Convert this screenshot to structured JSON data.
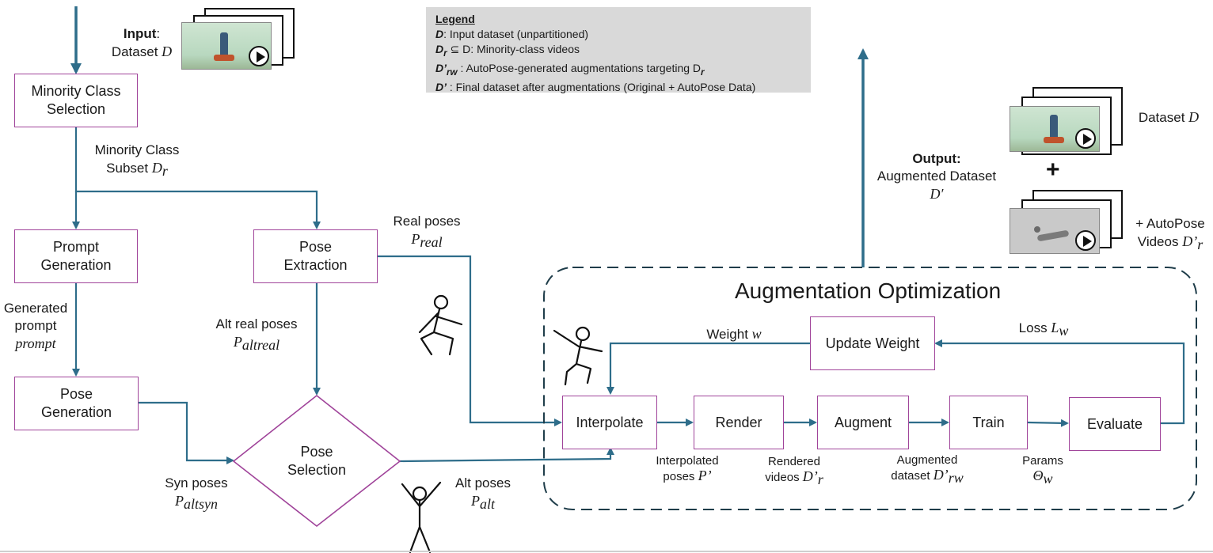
{
  "legend": {
    "heading": "Legend",
    "items": [
      {
        "sym": "D",
        "sub": "",
        "text": ": Input dataset (unpartitioned)"
      },
      {
        "sym": "D",
        "sub": "r",
        "text": " ⊆ D: Minority-class videos"
      },
      {
        "sym": "D’",
        "sub": "rw",
        "text": " : AutoPose-generated augmentations targeting D",
        "tail_sub": "r"
      },
      {
        "sym": "D’",
        "sub": "",
        "text": " :  Final dataset after augmentations (Original + AutoPose Data)"
      }
    ]
  },
  "input": {
    "bold": "Input",
    "rest": ":",
    "line2": "Dataset",
    "var": "D"
  },
  "nodes": {
    "minority": "Minority Class\nSelection",
    "prompt_gen": "Prompt\nGeneration",
    "pose_extract": "Pose\nExtraction",
    "pose_gen": "Pose\nGeneration",
    "pose_select": "Pose\nSelection",
    "interpolate": "Interpolate",
    "render": "Render",
    "augment": "Augment",
    "train": "Train",
    "evaluate": "Evaluate",
    "update_weight": "Update Weight"
  },
  "labels": {
    "minority_subset": {
      "line1": "Minority Class",
      "line2": "Subset",
      "var": "D",
      "sub": "r"
    },
    "generated_prompt": {
      "line1": "Generated",
      "line2": "prompt",
      "var": "prompt"
    },
    "real_poses": {
      "line1": "Real poses",
      "var": "P",
      "sub": "real"
    },
    "alt_real_poses": {
      "line1": "Alt real poses",
      "var": "P",
      "sub": "altreal"
    },
    "syn_poses": {
      "line1": "Syn poses",
      "var": "P",
      "sub": "altsyn"
    },
    "alt_poses": {
      "line1": "Alt poses",
      "var": "P",
      "sub": "alt"
    },
    "weight": {
      "line1": "Weight",
      "var": "w"
    },
    "loss": {
      "line1": "Loss",
      "var": "L",
      "sub": "w"
    },
    "interp_poses": {
      "line1": "Interpolated",
      "line2": "poses",
      "var": "P’"
    },
    "rendered_videos": {
      "line1": "Rendered",
      "line2": "videos",
      "var": "D’",
      "sub": "r"
    },
    "aug_dataset": {
      "line1": "Augmented",
      "line2": "dataset",
      "var": "D’",
      "sub": "rw"
    },
    "params": {
      "line1": "Params",
      "var": "Θ",
      "sub": "w"
    }
  },
  "aug_title": "Augmentation Optimization",
  "output": {
    "bold": "Output:",
    "line2": "Augmented Dataset",
    "var": "D′"
  },
  "right": {
    "dataset": {
      "line1": "Dataset",
      "var": "D"
    },
    "plus": "+",
    "autopose": {
      "line1": "+ AutoPose",
      "line2": "Videos",
      "var": "D’",
      "sub": "r"
    }
  },
  "colors": {
    "arrow": "#2e6d8a",
    "box_border": "#a0449a",
    "legend_bg": "#d9d9d9",
    "dashed": "#1f3d4a"
  },
  "icons": [
    "play-icon",
    "squat-figure-icon",
    "lunge-figure-icon",
    "arms-up-figure-icon"
  ]
}
